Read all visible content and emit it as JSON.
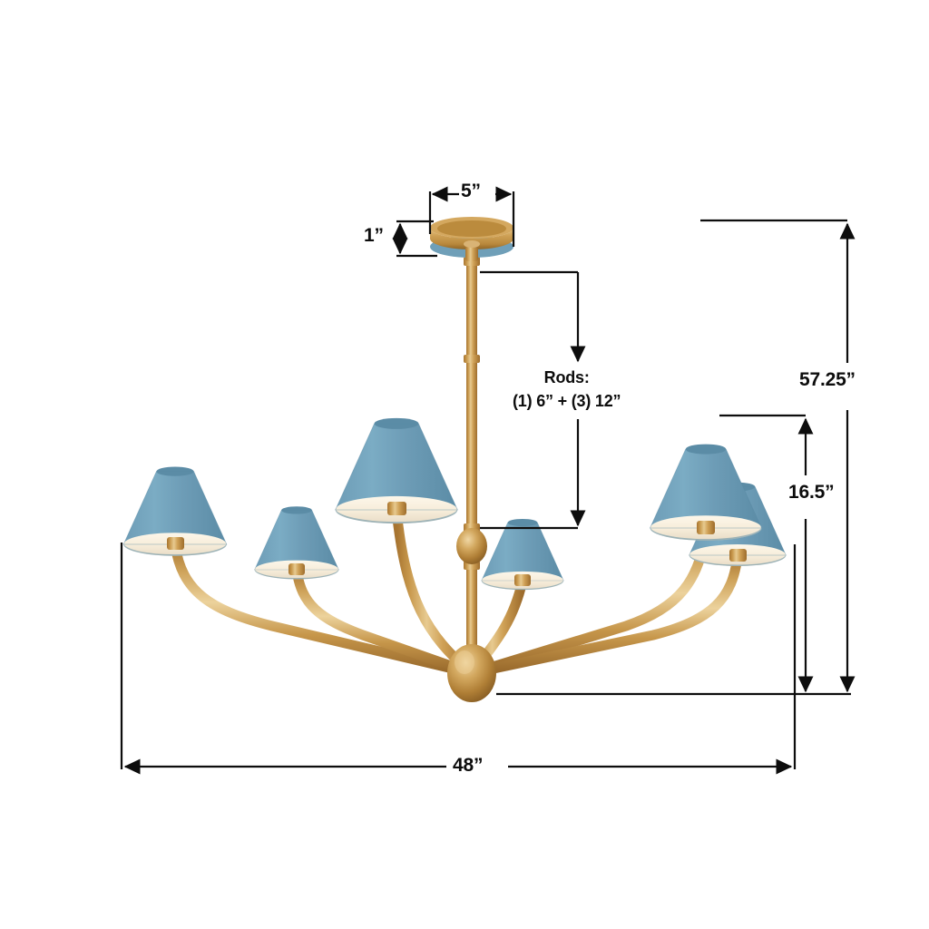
{
  "product": {
    "type": "chandelier",
    "name": "6-light chandelier dimension diagram",
    "arm_count": 6,
    "shade_count": 6
  },
  "colors": {
    "shade_blue": "#6f9fb8",
    "shade_blue_dark": "#5d8ea8",
    "shade_blue_light": "#86b2c7",
    "shade_interior": "#fdf6e8",
    "brass": "#c99a4e",
    "brass_light": "#e2c185",
    "brass_dark": "#a77430",
    "dimension_line": "#0d0d0d",
    "background": "#ffffff"
  },
  "dimensions": {
    "canopy_width": {
      "label": "5”",
      "value": 5,
      "unit": "in",
      "name": "canopy-width"
    },
    "canopy_height": {
      "label": "1”",
      "value": 1,
      "unit": "in",
      "name": "canopy-height"
    },
    "overall_height": {
      "label": "57.25”",
      "value": 57.25,
      "unit": "in",
      "name": "overall-height"
    },
    "body_height": {
      "label": "16.5”",
      "value": 16.5,
      "unit": "in",
      "name": "body-height"
    },
    "overall_width": {
      "label": "48”",
      "value": 48,
      "unit": "in",
      "name": "overall-width"
    },
    "rods": {
      "line1": "Rods:",
      "line2": "(1) 6” + (3) 12”",
      "name": "rods-note"
    }
  },
  "chart_data": {
    "type": "table",
    "title": "Chandelier dimension callouts",
    "categories": [
      "Canopy width",
      "Canopy height",
      "Overall height",
      "Body height",
      "Overall width",
      "Rods"
    ],
    "values": [
      "5”",
      "1”",
      "57.25”",
      "16.5”",
      "48”",
      "(1) 6” + (3) 12”"
    ]
  }
}
